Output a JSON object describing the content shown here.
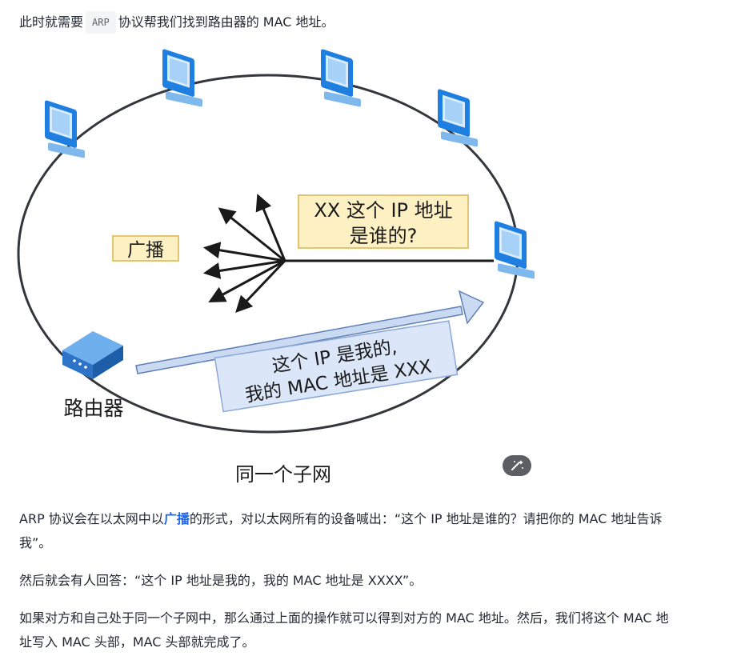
{
  "intro": {
    "before": "此时就需要",
    "code": "ARP",
    "after": "协议帮我们找到路由器的 MAC 地址。"
  },
  "diagram": {
    "question_line1": "XX 这个 IP 地址",
    "question_line2": "是谁的?",
    "broadcast_label": "广播",
    "reply_line1": "这个 IP 是我的,",
    "reply_line2": "我的 MAC 地址是 XXX",
    "router_label": "路由器",
    "subnet_label": "同一个子网",
    "colors": {
      "screen": "#4aa3ee",
      "label_fill": "#fdf0c3",
      "label_stroke": "#e3c470",
      "reply_fill": "#dbe7f9",
      "reply_stroke": "#8ca8d8"
    }
  },
  "para1": {
    "before": "ARP 协议会在以太网中以",
    "highlight": "广播",
    "after": "的形式，对以太网所有的设备喊出：“这个 IP 地址是谁的？请把你的 MAC 地址告诉我”。"
  },
  "para2": "然后就会有人回答：“这个 IP 地址是我的，我的 MAC 地址是 XXXX”。",
  "para3": "如果对方和自己处于同一个子网中，那么通过上面的操作就可以得到对方的 MAC 地址。然后，我们将这个 MAC 地址写入 MAC 头部，MAC 头部就完成了。"
}
